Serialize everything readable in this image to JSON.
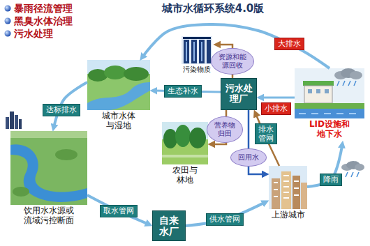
{
  "diagram": {
    "title": "城市水循环系统4.0版",
    "nodes": [
      {
        "text": [
          "污染物质"
        ]
      },
      {
        "text": [
          "城市水体与湿地"
        ]
      },
      {
        "text": [
          "污水处理厂"
        ]
      },
      {
        "text": [
          "LID设施和地下水"
        ]
      },
      {
        "text": [
          "农田与林地"
        ]
      },
      {
        "text": [
          "饮用水水源或流域污控断面"
        ]
      },
      {
        "text": [
          "上游城市"
        ]
      },
      {
        "text": [
          "自来水厂"
        ]
      }
    ],
    "edges": [
      {
        "from": 3,
        "to": 1,
        "label": "大排水",
        "arrow": "to"
      },
      {
        "from": 3,
        "to": 2,
        "label": "小排水",
        "arrow": "to"
      },
      {
        "from": 2,
        "to": 0,
        "label": "资源和能源回收",
        "arrow": "to"
      },
      {
        "from": 2,
        "to": 1,
        "label": "生态补水",
        "arrow": "to"
      },
      {
        "from": 6,
        "to": 2,
        "label": "排水管网",
        "arrow": "to"
      },
      {
        "from": 2,
        "to": 4,
        "label": "营养物归田",
        "arrow": "to"
      },
      {
        "from": 2,
        "to": 6,
        "label": "回用水",
        "arrow": "to"
      },
      {
        "from": 1,
        "to": 5,
        "label": "达标排水",
        "arrow": "to"
      },
      {
        "from": 5,
        "to": 7,
        "label": "取水管网",
        "arrow": "to"
      },
      {
        "from": 7,
        "to": 6,
        "label": "供水管网",
        "arrow": "to"
      },
      {
        "from": 6,
        "to": 3,
        "label": "降雨",
        "arrow": "to"
      }
    ],
    "labels": [
      "暴雨径流管理",
      "黑臭水体治理",
      "污水处理"
    ]
  }
}
